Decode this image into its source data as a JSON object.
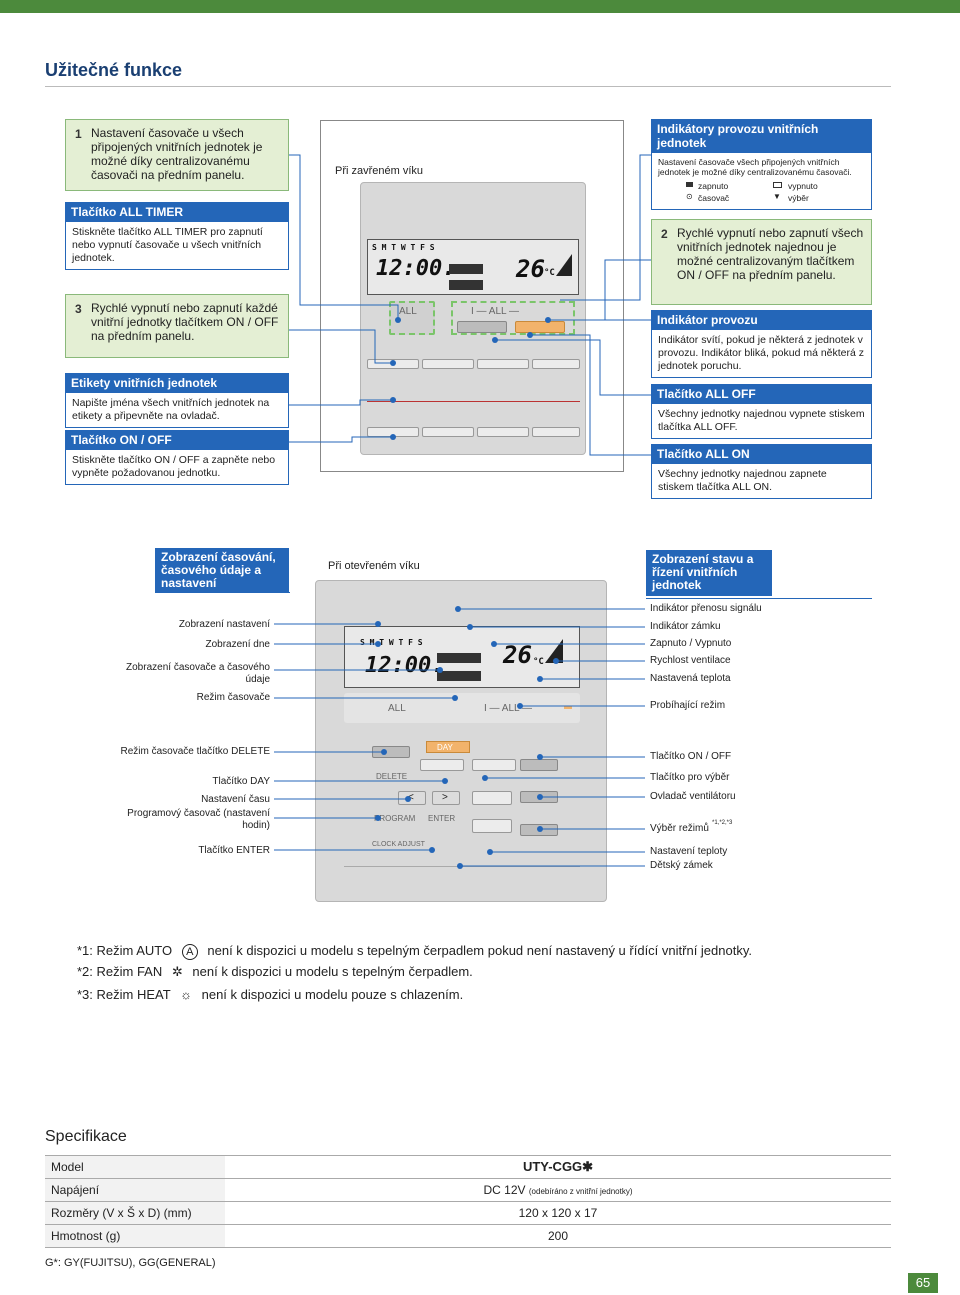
{
  "page": {
    "title": "Užitečné funkce",
    "page_number": "65",
    "colors": {
      "accent_blue": "#2466b8",
      "accent_green": "#4c8a3c",
      "box_green": "#e4efd4",
      "orange": "#f2b36b"
    }
  },
  "left": {
    "box1": {
      "num": "1",
      "text": "Nastavení časovače u všech připojených vnitřních jednotek je možné díky centralizovanému časovači na předním panelu."
    },
    "all_timer": {
      "title": "Tlačítko ALL TIMER",
      "text": "Stiskněte tlačítko ALL TIMER pro zapnutí nebo vypnutí časovače u všech vnitřních jednotek."
    },
    "box3": {
      "num": "3",
      "text": "Rychlé vypnutí nebo zapnutí každé vnitřní jednotky tlačítkem ON / OFF na předním panelu."
    },
    "labels": {
      "title": "Etikety vnitřních jednotek",
      "text": "Napište jména všech vnitřních jednotek na etikety a připevněte na ovladač."
    },
    "onoff": {
      "title": "Tlačítko ON / OFF",
      "text": "Stiskněte tlačítko ON / OFF a zapněte nebo vypněte požadovanou jednotku."
    }
  },
  "closed": {
    "caption": "Při zavřeném víku",
    "days": "S M T W T F S",
    "time": "12:00.",
    "temp": "26",
    "unit": "°C",
    "all_label": "ALL",
    "all_on_label": "I — ALL —"
  },
  "right": {
    "indicators": {
      "title": "Indikátory provozu vnitřních jednotek",
      "text": "Nastavení časovače všech připojených vnitřních jednotek je možné díky centralizovanému časovači.",
      "legend": [
        "zapnuto",
        "vypnuto",
        "časovač",
        "výběr"
      ]
    },
    "box2": {
      "num": "2",
      "text": "Rychlé vypnutí nebo zapnutí všech vnitřních jednotek najednou je možné centralizovaným tlačítkem ON / OFF na předním panelu."
    },
    "indicator": {
      "title": "Indikátor provozu",
      "text": "Indikátor svítí, pokud je některá z jednotek v provozu. Indikátor bliká, pokud má některá z jednotek poruchu."
    },
    "all_off": {
      "title": "Tlačítko ALL OFF",
      "text": "Všechny jednotky najednou vypnete stiskem tlačítka ALL OFF."
    },
    "all_on": {
      "title": "Tlačítko ALL ON",
      "text": "Všechny jednotky najednou zapnete stiskem tlačítka ALL ON."
    }
  },
  "open": {
    "caption": "Při otevřeném víku",
    "left_header": "Zobrazení časování, časového údaje a nastavení",
    "right_header": "Zobrazení stavu a řízení vnitřních jednotek",
    "left_top_labels": [
      "Zobrazení nastavení",
      "Zobrazení dne",
      "Zobrazení časovače a časového údaje",
      "Režim časovače"
    ],
    "left_bottom_labels": [
      "Režim časovače tlačítko DELETE",
      "Tlačítko DAY",
      "Nastavení času",
      "Programový časovač (nastavení hodin)",
      "Tlačítko ENTER"
    ],
    "right_top_labels": [
      "Indikátor přenosu signálu",
      "Indikátor zámku",
      "Zapnuto / Vypnuto",
      "Rychlost ventilace",
      "Nastavená teplota",
      "Probíhající režim"
    ],
    "right_bottom_labels": [
      "Tlačítko ON / OFF",
      "Tlačítko pro výběr",
      "Ovladač ventilátoru",
      "Výběr režimů",
      "Nastavení teploty",
      "Dětský zámek"
    ],
    "mode_sup": "*1,*2,*3",
    "buttons": {
      "day": "DAY",
      "delete": "DELETE",
      "program": "PROGRAM",
      "enter": "ENTER",
      "clock": "CLOCK ADJUST",
      "all": "ALL",
      "all_on": "I — ALL —"
    }
  },
  "notes": [
    {
      "pre": "*1: Režim AUTO",
      "icon": "auto-mode-icon",
      "post": "není k dispozici u modelu s tepelným čerpadlem pokud není nastavený u řídící vnitřní jednotky."
    },
    {
      "pre": "*2: Režim FAN",
      "icon": "fan-mode-icon",
      "post": "není k dispozici u modelu s tepelným čerpadlem."
    },
    {
      "pre": "*3: Režim HEAT",
      "icon": "heat-mode-icon",
      "post": "není k dispozici u modelu pouze s chlazením."
    }
  ],
  "spec": {
    "title": "Specifikace",
    "rows": [
      {
        "label": "Model",
        "value": "UTY-CGG✱",
        "extra": ""
      },
      {
        "label": "Napájení",
        "value": "DC 12V",
        "extra": "(odebíráno z vnitřní jednotky)"
      },
      {
        "label": "Rozměry (V x Š x D) (mm)",
        "value": "120 x 120 x 17",
        "extra": ""
      },
      {
        "label": "Hmotnost (g)",
        "value": "200",
        "extra": ""
      }
    ],
    "footnote": "G*: GY(FUJITSU), GG(GENERAL)"
  }
}
